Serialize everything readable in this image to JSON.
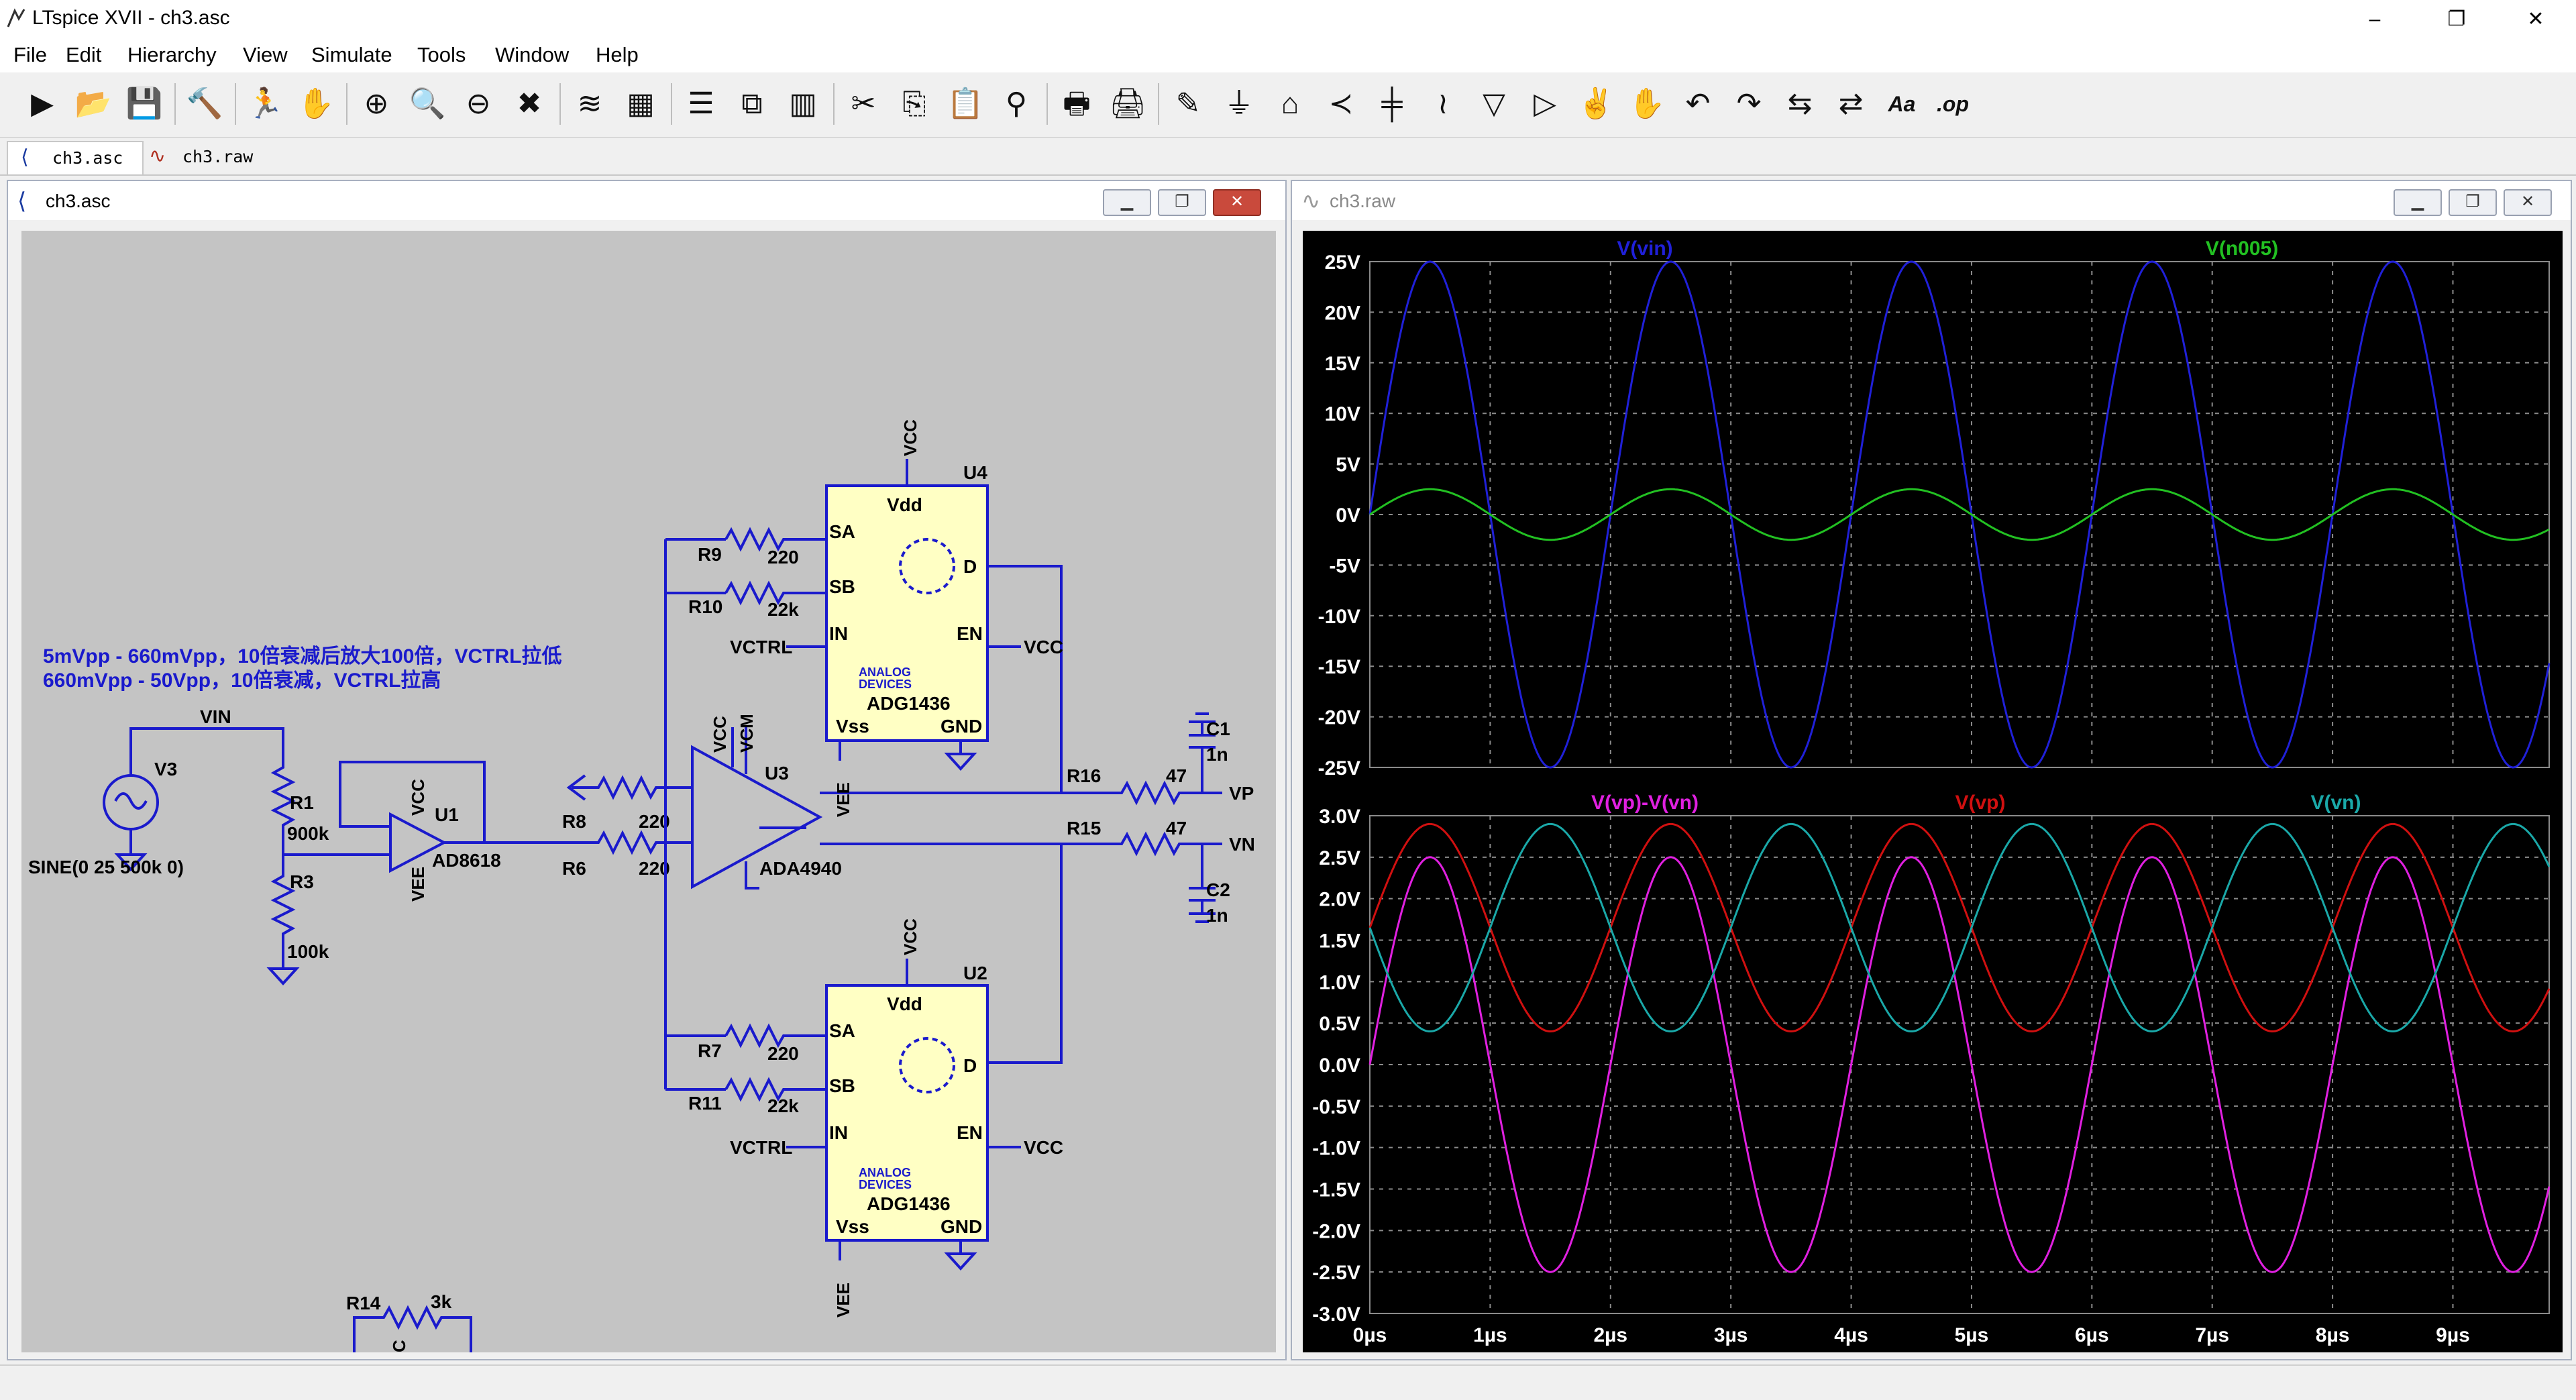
{
  "window": {
    "title": "LTspice XVII - ch3.asc",
    "controls": {
      "minimize": "–",
      "maximize": "❐",
      "close": "✕"
    }
  },
  "menu": [
    "File",
    "Edit",
    "Hierarchy",
    "View",
    "Simulate",
    "Tools",
    "Window",
    "Help"
  ],
  "toolbar": {
    "icons": [
      "run-icon",
      "open-icon",
      "save-icon",
      "control-panel-icon",
      "halt-icon",
      "pan-hand-icon",
      "zoom-in-icon",
      "zoom-area-icon",
      "zoom-out-icon",
      "zoom-fit-icon",
      "autorange-icon",
      "grid-icon",
      "tile-horizontal-icon",
      "cascade-icon",
      "tile-vertical-icon",
      "cut-icon",
      "copy-icon",
      "paste-icon",
      "find-icon",
      "print-icon",
      "print-setup-icon",
      "draw-wire-icon",
      "ground-icon",
      "label-net-icon",
      "resistor-icon",
      "capacitor-icon",
      "inductor-icon",
      "diode-icon",
      "component-icon",
      "move-icon",
      "drag-icon",
      "undo-icon",
      "redo-icon",
      "rotate-icon",
      "mirror-icon",
      "text-icon",
      "spice-directive-icon"
    ],
    "glyphs": [
      "▶",
      "📂",
      "💾",
      "🔨",
      "🏃",
      "✋",
      "⊕",
      "🔍",
      "⊖",
      "✖",
      "≋",
      "▦",
      "☰",
      "⧉",
      "▥",
      "✂",
      "⎘",
      "📋",
      "⚲",
      "🖶",
      "🖨",
      "✎",
      "⏚",
      "⌂",
      "≺",
      "╪",
      "≀",
      "▽",
      "▷",
      "✌",
      "✋",
      "↶",
      "↷",
      "⇆",
      "⇄",
      "Aa",
      ".op"
    ],
    "text_labels": {
      "text": "Aa",
      "op": ".op"
    }
  },
  "tabs": [
    {
      "label": "ch3.asc",
      "icon": "schematic-icon",
      "active": true
    },
    {
      "label": "ch3.raw",
      "icon": "waveform-icon",
      "active": false
    }
  ],
  "schematic": {
    "title": "ch3.asc",
    "note_lines": [
      "5mVpp - 660mVpp，10倍衰减后放大100倍，VCTRL拉低",
      "660mVpp - 50Vpp，10倍衰减，VCTRL拉高"
    ],
    "labels": {
      "vin": "VIN",
      "v3": "V3",
      "sine": "SINE(0 25 500k 0)",
      "r1": "R1",
      "r1v": "900k",
      "r3": "R3",
      "r3v": "100k",
      "u1": "U1",
      "u1p": "AD8618",
      "vcc": "VCC",
      "vee": "VEE",
      "r8": "R8",
      "r8v": "220",
      "r6": "R6",
      "r6v": "220",
      "u3": "U3",
      "u3p": "ADA4940",
      "vcm": "VCM",
      "u4": "U4",
      "u2": "U2",
      "vdd": "Vdd",
      "sa": "SA",
      "sb": "SB",
      "d": "D",
      "in": "IN",
      "en": "EN",
      "vss": "Vss",
      "gnd": "GND",
      "adg": "ADG1436",
      "analog": "ANALOG",
      "devices": "DEVICES",
      "r9": "R9",
      "r9v": "220",
      "r10": "R10",
      "r10v": "22k",
      "r7": "R7",
      "r7v": "220",
      "r11": "R11",
      "r11v": "22k",
      "vctrl": "VCTRL",
      "r16": "R16",
      "r16v": "47",
      "r15": "R15",
      "r15v": "47",
      "vp": "VP",
      "vn": "VN",
      "c1": "C1",
      "c1v": "1n",
      "c2": "C2",
      "c2v": "1n",
      "r14": "R14",
      "r14v": "3k",
      "c": "C"
    }
  },
  "waveform": {
    "title": "ch3.raw",
    "colors": {
      "vin": "#2020d8",
      "n005": "#22c022",
      "vdiff": "#e020e0",
      "vp": "#d01010",
      "vn": "#1aa8a8",
      "grid": "#8a8a8a",
      "axis_text": "#ffffff"
    },
    "x_ticks": [
      "0µs",
      "1µs",
      "2µs",
      "3µs",
      "4µs",
      "5µs",
      "6µs",
      "7µs",
      "8µs",
      "9µs"
    ],
    "top_pane": {
      "y_ticks": [
        "25V",
        "20V",
        "15V",
        "10V",
        "5V",
        "0V",
        "-5V",
        "-10V",
        "-15V",
        "-20V",
        "-25V"
      ],
      "traces": [
        {
          "name": "V(vin)",
          "color": "#2020d8"
        },
        {
          "name": "V(n005)",
          "color": "#22c022"
        }
      ]
    },
    "bottom_pane": {
      "y_ticks": [
        "3.0V",
        "2.5V",
        "2.0V",
        "1.5V",
        "1.0V",
        "0.5V",
        "0.0V",
        "-0.5V",
        "-1.0V",
        "-1.5V",
        "-2.0V",
        "-2.5V",
        "-3.0V"
      ],
      "traces": [
        {
          "name": "V(vp)-V(vn)",
          "color": "#e020e0"
        },
        {
          "name": "V(vp)",
          "color": "#d01010"
        },
        {
          "name": "V(vn)",
          "color": "#1aa8a8"
        }
      ]
    }
  },
  "chart_data": [
    {
      "type": "line",
      "xlabel": "",
      "ylabel": "",
      "xlim": [
        0,
        9.8
      ],
      "ylim": [
        -25,
        25
      ],
      "series": [
        {
          "name": "V(vin)",
          "amplitude": 25,
          "offset": 0,
          "frequency_mhz": 0.5,
          "phase_deg": 0
        },
        {
          "name": "V(n005)",
          "amplitude": 2.5,
          "offset": 0,
          "frequency_mhz": 0.5,
          "phase_deg": 0
        }
      ]
    },
    {
      "type": "line",
      "xlabel": "",
      "ylabel": "",
      "xlim": [
        0,
        9.8
      ],
      "ylim": [
        -3.0,
        3.0
      ],
      "series": [
        {
          "name": "V(vp)-V(vn)",
          "amplitude": 2.5,
          "offset": 0,
          "frequency_mhz": 0.5,
          "phase_deg": 0
        },
        {
          "name": "V(vp)",
          "amplitude": 1.25,
          "offset": 1.65,
          "frequency_mhz": 0.5,
          "phase_deg": 0
        },
        {
          "name": "V(vn)",
          "amplitude": 1.25,
          "offset": 1.65,
          "frequency_mhz": 0.5,
          "phase_deg": 180
        }
      ]
    }
  ]
}
